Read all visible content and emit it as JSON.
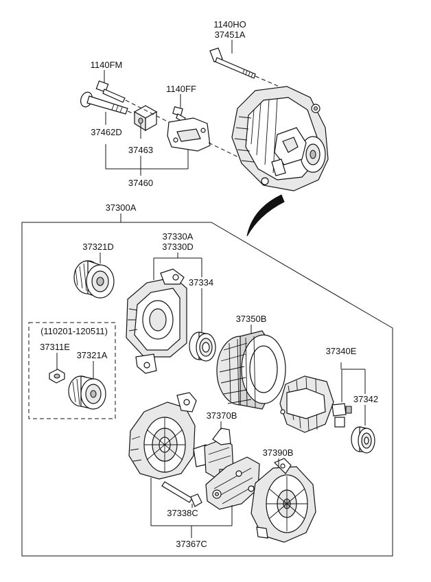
{
  "labels": {
    "p1140HO": "1140HO",
    "p37451A": "37451A",
    "p1140FM": "1140FM",
    "p1140FF": "1140FF",
    "p37462D": "37462D",
    "p37463": "37463",
    "p37460": "37460",
    "p37300A": "37300A",
    "p37330A": "37330A",
    "p37330D": "37330D",
    "p37321D": "37321D",
    "p37334": "37334",
    "p37350B": "37350B",
    "p110201": "(110201-120511)",
    "p37311E": "37311E",
    "p37321A": "37321A",
    "p37340E": "37340E",
    "p37342": "37342",
    "p37370B": "37370B",
    "p37390B": "37390B",
    "p37338C": "37338C",
    "p37367C": "37367C"
  }
}
